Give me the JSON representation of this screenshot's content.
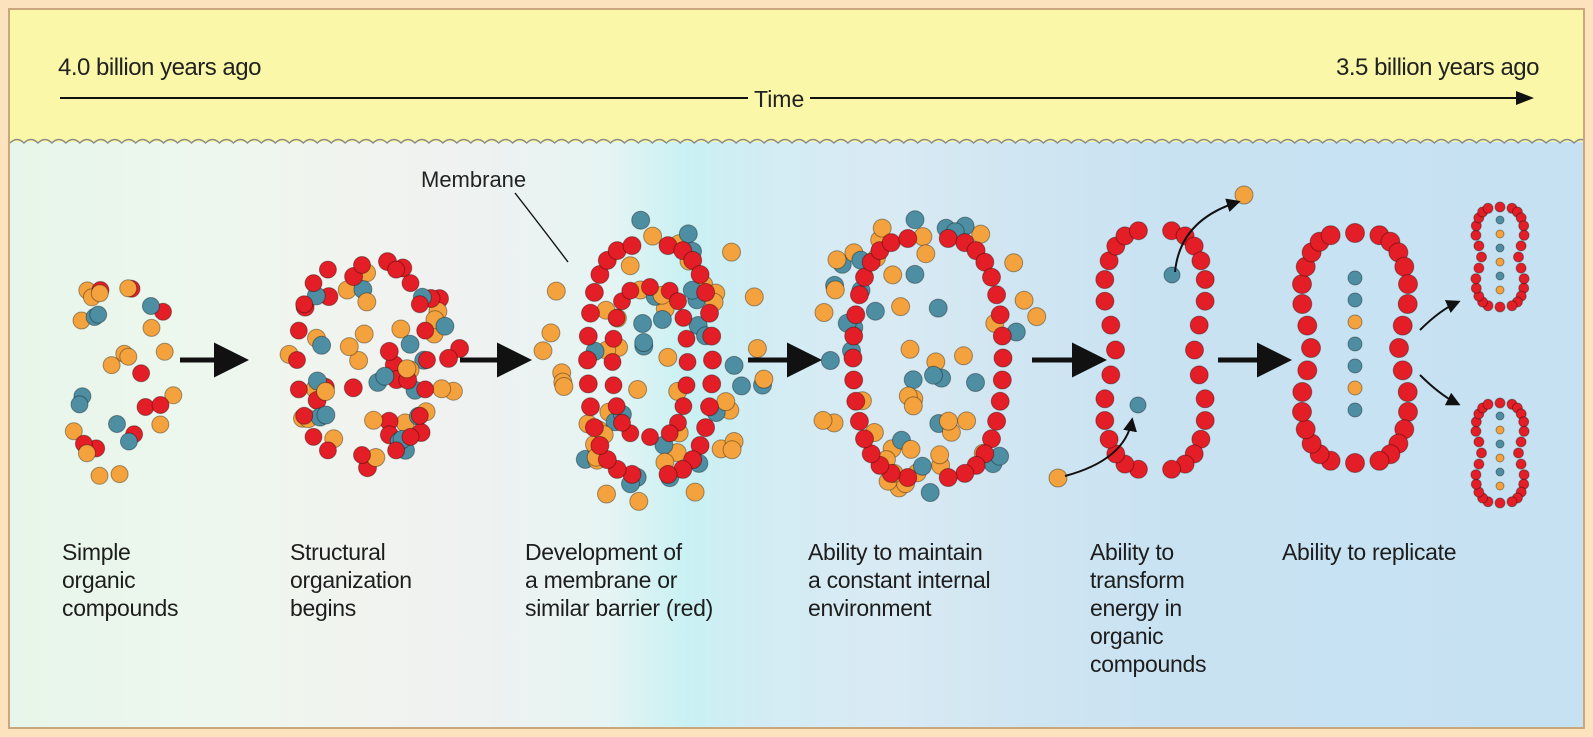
{
  "timeline": {
    "start_label": "4.0 billion years ago",
    "end_label": "3.5 billion years ago",
    "axis_label": "Time"
  },
  "callout": {
    "membrane": "Membrane"
  },
  "stages": [
    {
      "label": "Simple\norganic\ncompounds"
    },
    {
      "label": "Structural\norganization\nbegins"
    },
    {
      "label": "Development of\na membrane or\nsimilar barrier (red)"
    },
    {
      "label": "Ability to maintain\na constant internal\nenvironment"
    },
    {
      "label": "Ability to\ntransform\nenergy in\norganic\ncompounds"
    },
    {
      "label": "Ability to replicate"
    }
  ],
  "colors": {
    "membrane_red": "#e41e26",
    "organic_orange": "#f3a23d",
    "organic_blue": "#4d8ea3",
    "sky_band": "#fbf7a8",
    "outer_frame": "#fde3bd"
  }
}
